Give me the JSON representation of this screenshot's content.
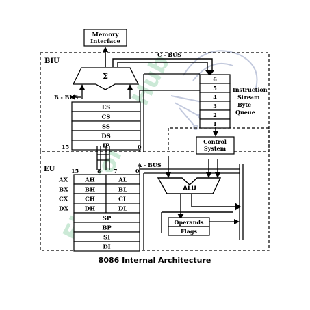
{
  "caption": "8086 Internal Architecture",
  "watermark": {
    "text": "Electronics Hub",
    "color": "#c3e6cf",
    "mark_color": "#b8c0d8"
  },
  "colors": {
    "line": "#000000",
    "background": "#ffffff",
    "dash": "#000000"
  },
  "blocks": {
    "memory_interface": [
      "Memory",
      "Interface"
    ],
    "control_system": [
      "Control",
      "System"
    ],
    "alu": "ALU",
    "operands": "Operands",
    "flags": "Flags",
    "adder_symbol": "Σ"
  },
  "sections": {
    "biu": "BIU",
    "eu": "EU"
  },
  "buses": {
    "c_bus": "C - BUS",
    "b_bus": "B - BUS",
    "a_bus": "A - BUS"
  },
  "segment_registers": [
    "ES",
    "CS",
    "SS",
    "DS",
    "IP"
  ],
  "bit_labels": {
    "biu_high": "15",
    "biu_low": "0",
    "eu_high": "15",
    "eu_mid_high": "8",
    "eu_mid_low": "7",
    "eu_low": "0"
  },
  "general_registers": [
    {
      "name": "AX",
      "high": "AH",
      "low": "AL"
    },
    {
      "name": "BX",
      "high": "BH",
      "low": "BL"
    },
    {
      "name": "CX",
      "high": "CH",
      "low": "CL"
    },
    {
      "name": "DX",
      "high": "DH",
      "low": "DL"
    }
  ],
  "pointer_registers": [
    "SP",
    "BP",
    "SI",
    "DI"
  ],
  "queue": {
    "slots": [
      "6",
      "5",
      "4",
      "3",
      "2",
      "1"
    ],
    "label": [
      "Instruction",
      "Stream",
      "Byte",
      "Queue"
    ]
  }
}
